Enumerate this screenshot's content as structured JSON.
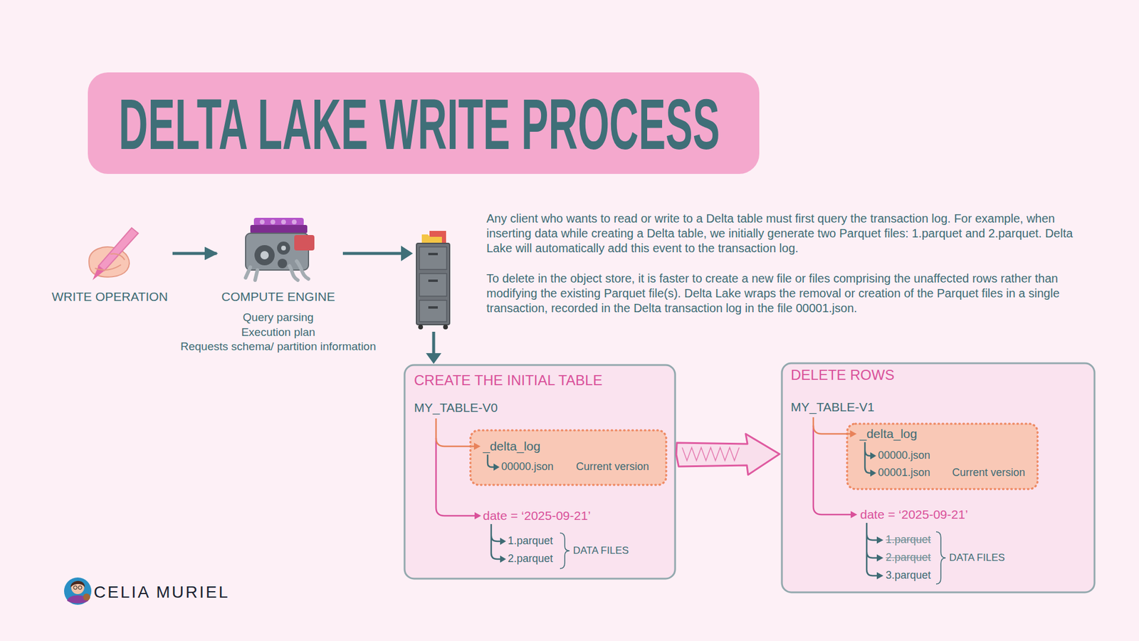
{
  "diagram": {
    "title": "DELTA LAKE WRITE PROCESS",
    "nodes": [
      {
        "text": [
          "WRITE OPERATION"
        ]
      },
      {
        "text": [
          "COMPUTE ENGINE"
        ]
      },
      {
        "text": [
          "CREATE THE INITIAL TABLE",
          "MY_TABLE-V0",
          "date = ‘2025-09-21’",
          "1.parquet",
          "2.parquet",
          "DATA FILES"
        ]
      },
      {
        "text": [
          "_delta_log",
          "00000.json",
          "Current version"
        ],
        "in": 2
      },
      {
        "text": [
          "DELETE ROWS",
          "MY_TABLE-V1",
          "date = ‘2025-09-21’",
          "1.parquet",
          "2.parquet",
          "3.parquet",
          "DATA FILES"
        ]
      },
      {
        "text": [
          "_delta_log",
          "00000.json",
          "00001.json",
          "Current version"
        ],
        "in": 4
      }
    ],
    "edges": [
      {
        "from": 0,
        "to": 1,
        "arrow": "to"
      },
      {
        "from": 2,
        "to": 4,
        "arrow": "to"
      }
    ],
    "labels": [
      "Query parsing",
      "Execution plan",
      "Requests schema/ partition information",
      "Any client who wants to read or write to a Delta table must first query the transaction log. For example, when inserting data while creating a Delta table, we initially generate two Parquet files: 1.parquet and 2.parquet. Delta Lake will automatically add this event to the transaction log.",
      "To delete in the object store, it is faster to create a new file or files comprising the unaffected rows rather than modifying the existing Parquet file(s). Delta Lake wraps the removal or creation of the Parquet files in a single transaction, recorded in the Delta transaction log in the file 00001.json.",
      "CELIA MURIEL"
    ]
  }
}
